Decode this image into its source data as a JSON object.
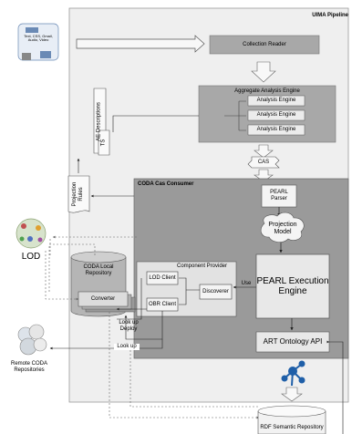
{
  "uima": {
    "title": "UIMA Pipeline",
    "collection_reader": "Collection Reader",
    "aae_title": "Aggregate Analysis Engine",
    "engines": [
      "Analysis Engine",
      "Analysis Engine",
      "Analysis Engine"
    ],
    "cas": "CAS"
  },
  "left_docs": {
    "input_icon_text": "Text, CSS, Gmail, Audio, Video",
    "ae_descriptions": "AE Descriptions",
    "ts": "TS",
    "projection_rules": "Projection Rules"
  },
  "coda": {
    "title": "CODA Cas Consumer",
    "pearl_parser": "PEARL Parser",
    "projection_model": "Projection Model",
    "pearl_engine": "PEARL Execution Engine",
    "art_api": "ART Ontology API",
    "component_provider": "Component Provider",
    "lod_client": "LOD Client",
    "obr_client": "OBR Client",
    "discoverer": "Discoverer",
    "use": "Use"
  },
  "repository": {
    "title": "CODA Local Repository",
    "converter": "Converter"
  },
  "edges": {
    "lookup_deploy": "Look up Deploy",
    "lookup": "Look up"
  },
  "external": {
    "lod": "LOD",
    "remote": "Remote CODA Repositories",
    "rdf": "RDF Semantic Repository"
  },
  "colors": {
    "uima_bg": "#efefef",
    "coda_bg": "#9a9a9a",
    "box_gray": "#a8a8a8",
    "box_light": "#e8e8e8",
    "cylinder": "#b5b5b5",
    "arrow": "#cfcfcf",
    "network": "#1f5fa8"
  }
}
